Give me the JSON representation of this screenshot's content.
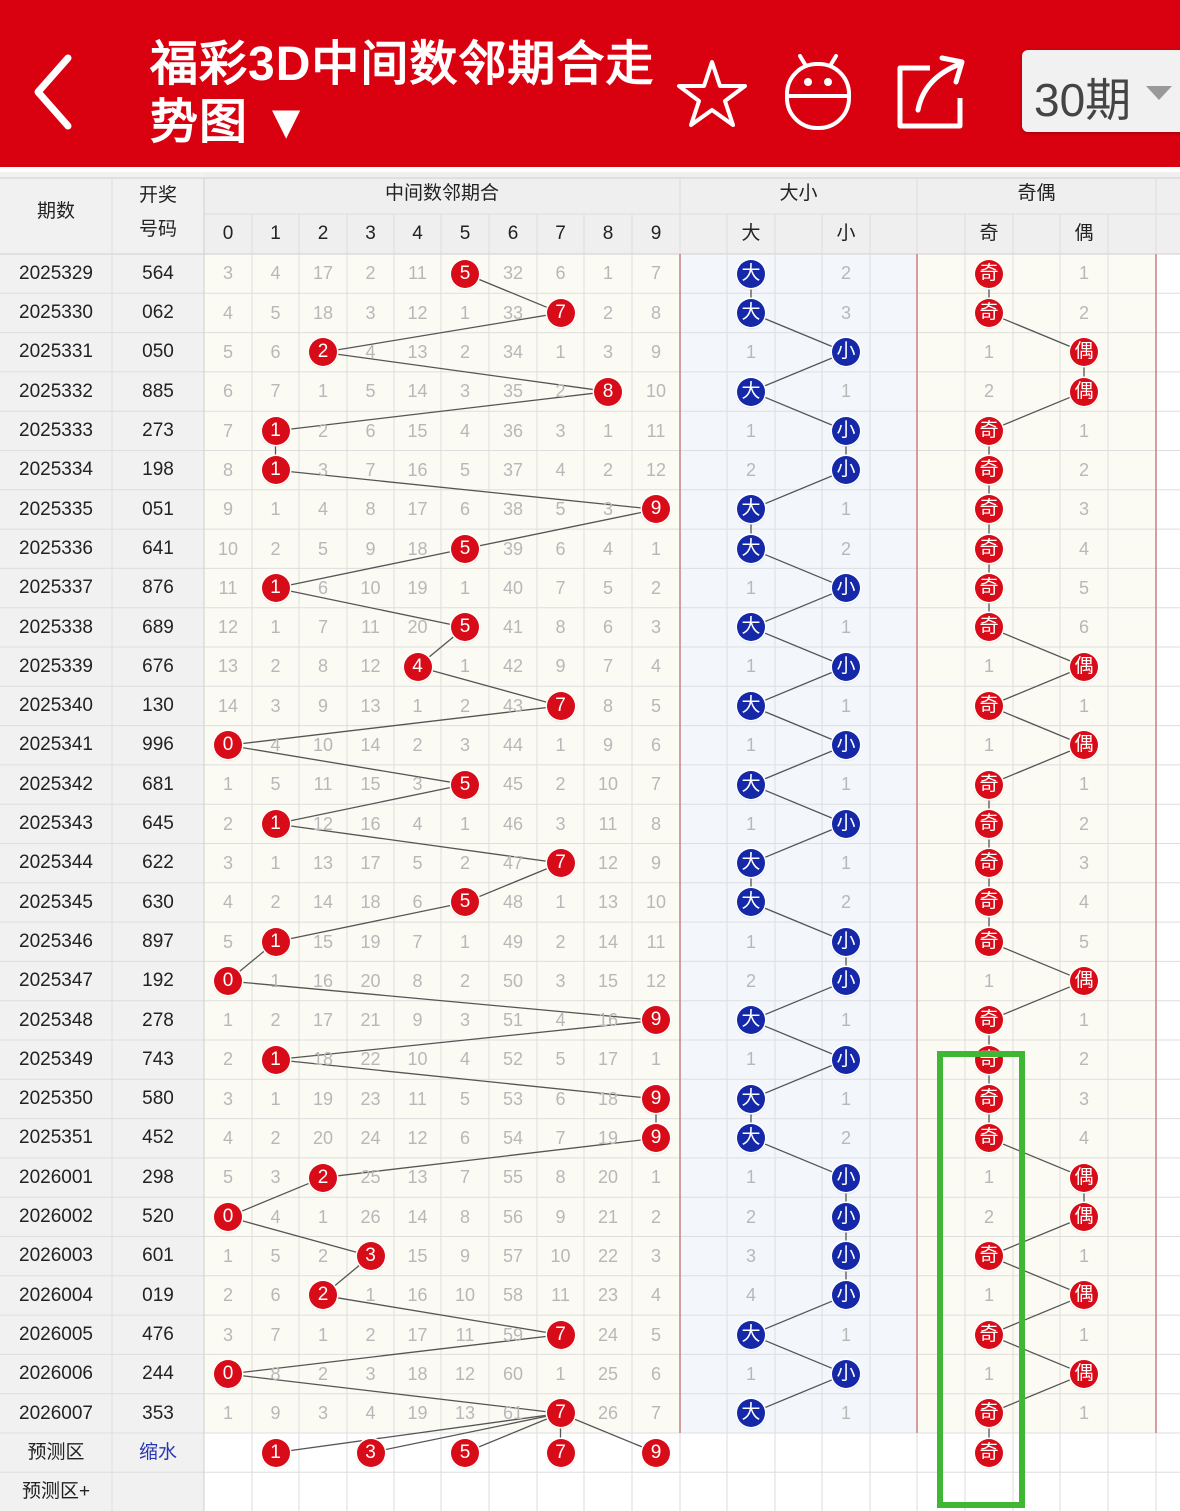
{
  "header": {
    "back_icon": "chevron-left-icon",
    "title": "福彩3D中间数邻期合走势图 ▼",
    "favorite_icon": "star-icon",
    "robot_icon": "robot-icon",
    "share_icon": "share-icon",
    "period_select": "30期",
    "background_color": "#d9000f"
  },
  "table": {
    "headers": {
      "period": "期数",
      "draw_line1": "开奖",
      "draw_line2": "号码",
      "mid_group": "中间数邻期合",
      "size_group": "大小",
      "big": "大",
      "small": "小",
      "parity_group": "奇偶",
      "odd": "奇",
      "even": "偶",
      "digits": [
        "0",
        "1",
        "2",
        "3",
        "4",
        "5",
        "6",
        "7",
        "8",
        "9"
      ]
    },
    "rows": [
      {
        "period": "2025329",
        "number": "564",
        "mid": [
          "3",
          "4",
          "17",
          "2",
          "11",
          "5",
          "32",
          "6",
          "1",
          "7"
        ],
        "hit": 5,
        "size": [
          "大",
          "2"
        ],
        "size_hit": 0,
        "parity": [
          "奇",
          "1"
        ],
        "parity_hit": 0
      },
      {
        "period": "2025330",
        "number": "062",
        "mid": [
          "4",
          "5",
          "18",
          "3",
          "12",
          "1",
          "33",
          "7",
          "2",
          "8"
        ],
        "hit": 7,
        "size": [
          "大",
          "3"
        ],
        "size_hit": 0,
        "parity": [
          "奇",
          "2"
        ],
        "parity_hit": 0
      },
      {
        "period": "2025331",
        "number": "050",
        "mid": [
          "5",
          "6",
          "2",
          "4",
          "13",
          "2",
          "34",
          "1",
          "3",
          "9"
        ],
        "hit": 2,
        "size": [
          "1",
          "小"
        ],
        "size_hit": 1,
        "parity": [
          "1",
          "偶"
        ],
        "parity_hit": 1
      },
      {
        "period": "2025332",
        "number": "885",
        "mid": [
          "6",
          "7",
          "1",
          "5",
          "14",
          "3",
          "35",
          "2",
          "8",
          "10"
        ],
        "hit": 8,
        "size": [
          "大",
          "1"
        ],
        "size_hit": 0,
        "parity": [
          "2",
          "偶"
        ],
        "parity_hit": 1
      },
      {
        "period": "2025333",
        "number": "273",
        "mid": [
          "7",
          "1",
          "2",
          "6",
          "15",
          "4",
          "36",
          "3",
          "1",
          "11"
        ],
        "hit": 1,
        "size": [
          "1",
          "小"
        ],
        "size_hit": 1,
        "parity": [
          "奇",
          "1"
        ],
        "parity_hit": 0
      },
      {
        "period": "2025334",
        "number": "198",
        "mid": [
          "8",
          "1",
          "3",
          "7",
          "16",
          "5",
          "37",
          "4",
          "2",
          "12"
        ],
        "hit": 1,
        "size": [
          "2",
          "小"
        ],
        "size_hit": 1,
        "parity": [
          "奇",
          "2"
        ],
        "parity_hit": 0
      },
      {
        "period": "2025335",
        "number": "051",
        "mid": [
          "9",
          "1",
          "4",
          "8",
          "17",
          "6",
          "38",
          "5",
          "3",
          "9"
        ],
        "hit": 9,
        "size": [
          "大",
          "1"
        ],
        "size_hit": 0,
        "parity": [
          "奇",
          "3"
        ],
        "parity_hit": 0
      },
      {
        "period": "2025336",
        "number": "641",
        "mid": [
          "10",
          "2",
          "5",
          "9",
          "18",
          "5",
          "39",
          "6",
          "4",
          "1"
        ],
        "hit": 5,
        "size": [
          "大",
          "2"
        ],
        "size_hit": 0,
        "parity": [
          "奇",
          "4"
        ],
        "parity_hit": 0
      },
      {
        "period": "2025337",
        "number": "876",
        "mid": [
          "11",
          "1",
          "6",
          "10",
          "19",
          "1",
          "40",
          "7",
          "5",
          "2"
        ],
        "hit": 1,
        "size": [
          "1",
          "小"
        ],
        "size_hit": 1,
        "parity": [
          "奇",
          "5"
        ],
        "parity_hit": 0
      },
      {
        "period": "2025338",
        "number": "689",
        "mid": [
          "12",
          "1",
          "7",
          "11",
          "20",
          "5",
          "41",
          "8",
          "6",
          "3"
        ],
        "hit": 5,
        "size": [
          "大",
          "1"
        ],
        "size_hit": 0,
        "parity": [
          "奇",
          "6"
        ],
        "parity_hit": 0
      },
      {
        "period": "2025339",
        "number": "676",
        "mid": [
          "13",
          "2",
          "8",
          "12",
          "4",
          "1",
          "42",
          "9",
          "7",
          "4"
        ],
        "hit": 4,
        "size": [
          "1",
          "小"
        ],
        "size_hit": 1,
        "parity": [
          "1",
          "偶"
        ],
        "parity_hit": 1
      },
      {
        "period": "2025340",
        "number": "130",
        "mid": [
          "14",
          "3",
          "9",
          "13",
          "1",
          "2",
          "43",
          "7",
          "8",
          "5"
        ],
        "hit": 7,
        "size": [
          "大",
          "1"
        ],
        "size_hit": 0,
        "parity": [
          "奇",
          "1"
        ],
        "parity_hit": 0
      },
      {
        "period": "2025341",
        "number": "996",
        "mid": [
          "0",
          "4",
          "10",
          "14",
          "2",
          "3",
          "44",
          "1",
          "9",
          "6"
        ],
        "hit": 0,
        "size": [
          "1",
          "小"
        ],
        "size_hit": 1,
        "parity": [
          "1",
          "偶"
        ],
        "parity_hit": 1
      },
      {
        "period": "2025342",
        "number": "681",
        "mid": [
          "1",
          "5",
          "11",
          "15",
          "3",
          "5",
          "45",
          "2",
          "10",
          "7"
        ],
        "hit": 5,
        "size": [
          "大",
          "1"
        ],
        "size_hit": 0,
        "parity": [
          "奇",
          "1"
        ],
        "parity_hit": 0
      },
      {
        "period": "2025343",
        "number": "645",
        "mid": [
          "2",
          "1",
          "12",
          "16",
          "4",
          "1",
          "46",
          "3",
          "11",
          "8"
        ],
        "hit": 1,
        "size": [
          "1",
          "小"
        ],
        "size_hit": 1,
        "parity": [
          "奇",
          "2"
        ],
        "parity_hit": 0
      },
      {
        "period": "2025344",
        "number": "622",
        "mid": [
          "3",
          "1",
          "13",
          "17",
          "5",
          "2",
          "47",
          "7",
          "12",
          "9"
        ],
        "hit": 7,
        "size": [
          "大",
          "1"
        ],
        "size_hit": 0,
        "parity": [
          "奇",
          "3"
        ],
        "parity_hit": 0
      },
      {
        "period": "2025345",
        "number": "630",
        "mid": [
          "4",
          "2",
          "14",
          "18",
          "6",
          "5",
          "48",
          "1",
          "13",
          "10"
        ],
        "hit": 5,
        "size": [
          "大",
          "2"
        ],
        "size_hit": 0,
        "parity": [
          "奇",
          "4"
        ],
        "parity_hit": 0
      },
      {
        "period": "2025346",
        "number": "897",
        "mid": [
          "5",
          "1",
          "15",
          "19",
          "7",
          "1",
          "49",
          "2",
          "14",
          "11"
        ],
        "hit": 1,
        "size": [
          "1",
          "小"
        ],
        "size_hit": 1,
        "parity": [
          "奇",
          "5"
        ],
        "parity_hit": 0
      },
      {
        "period": "2025347",
        "number": "192",
        "mid": [
          "0",
          "1",
          "16",
          "20",
          "8",
          "2",
          "50",
          "3",
          "15",
          "12"
        ],
        "hit": 0,
        "size": [
          "2",
          "小"
        ],
        "size_hit": 1,
        "parity": [
          "1",
          "偶"
        ],
        "parity_hit": 1
      },
      {
        "period": "2025348",
        "number": "278",
        "mid": [
          "1",
          "2",
          "17",
          "21",
          "9",
          "3",
          "51",
          "4",
          "16",
          "9"
        ],
        "hit": 9,
        "size": [
          "大",
          "1"
        ],
        "size_hit": 0,
        "parity": [
          "奇",
          "1"
        ],
        "parity_hit": 0
      },
      {
        "period": "2025349",
        "number": "743",
        "mid": [
          "2",
          "1",
          "18",
          "22",
          "10",
          "4",
          "52",
          "5",
          "17",
          "1"
        ],
        "hit": 1,
        "size": [
          "1",
          "小"
        ],
        "size_hit": 1,
        "parity": [
          "奇",
          "2"
        ],
        "parity_hit": 0
      },
      {
        "period": "2025350",
        "number": "580",
        "mid": [
          "3",
          "1",
          "19",
          "23",
          "11",
          "5",
          "53",
          "6",
          "18",
          "9"
        ],
        "hit": 9,
        "size": [
          "大",
          "1"
        ],
        "size_hit": 0,
        "parity": [
          "奇",
          "3"
        ],
        "parity_hit": 0
      },
      {
        "period": "2025351",
        "number": "452",
        "mid": [
          "4",
          "2",
          "20",
          "24",
          "12",
          "6",
          "54",
          "7",
          "19",
          "9"
        ],
        "hit": 9,
        "size": [
          "大",
          "2"
        ],
        "size_hit": 0,
        "parity": [
          "奇",
          "4"
        ],
        "parity_hit": 0
      },
      {
        "period": "2026001",
        "number": "298",
        "mid": [
          "5",
          "3",
          "2",
          "25",
          "13",
          "7",
          "55",
          "8",
          "20",
          "1"
        ],
        "hit": 2,
        "size": [
          "1",
          "小"
        ],
        "size_hit": 1,
        "parity": [
          "1",
          "偶"
        ],
        "parity_hit": 1
      },
      {
        "period": "2026002",
        "number": "520",
        "mid": [
          "0",
          "4",
          "1",
          "26",
          "14",
          "8",
          "56",
          "9",
          "21",
          "2"
        ],
        "hit": 0,
        "size": [
          "2",
          "小"
        ],
        "size_hit": 1,
        "parity": [
          "2",
          "偶"
        ],
        "parity_hit": 1
      },
      {
        "period": "2026003",
        "number": "601",
        "mid": [
          "1",
          "5",
          "2",
          "3",
          "15",
          "9",
          "57",
          "10",
          "22",
          "3"
        ],
        "hit": 3,
        "size": [
          "3",
          "小"
        ],
        "size_hit": 1,
        "parity": [
          "奇",
          "1"
        ],
        "parity_hit": 0
      },
      {
        "period": "2026004",
        "number": "019",
        "mid": [
          "2",
          "6",
          "2",
          "1",
          "16",
          "10",
          "58",
          "11",
          "23",
          "4"
        ],
        "hit": 2,
        "size": [
          "4",
          "小"
        ],
        "size_hit": 1,
        "parity": [
          "1",
          "偶"
        ],
        "parity_hit": 1
      },
      {
        "period": "2026005",
        "number": "476",
        "mid": [
          "3",
          "7",
          "1",
          "2",
          "17",
          "11",
          "59",
          "7",
          "24",
          "5"
        ],
        "hit": 7,
        "size": [
          "大",
          "1"
        ],
        "size_hit": 0,
        "parity": [
          "奇",
          "1"
        ],
        "parity_hit": 0
      },
      {
        "period": "2026006",
        "number": "244",
        "mid": [
          "0",
          "8",
          "2",
          "3",
          "18",
          "12",
          "60",
          "1",
          "25",
          "6"
        ],
        "hit": 0,
        "size": [
          "1",
          "小"
        ],
        "size_hit": 1,
        "parity": [
          "1",
          "偶"
        ],
        "parity_hit": 1
      },
      {
        "period": "2026007",
        "number": "353",
        "mid": [
          "1",
          "9",
          "3",
          "4",
          "19",
          "13",
          "61",
          "7",
          "26",
          "7"
        ],
        "hit": 7,
        "size": [
          "大",
          "1"
        ],
        "size_hit": 0,
        "parity": [
          "奇",
          "1"
        ],
        "parity_hit": 0
      }
    ],
    "prediction": {
      "label": "预测区",
      "tag": "缩水",
      "digits": [
        "1",
        "3",
        "5",
        "7",
        "9"
      ],
      "parity": "奇"
    },
    "prediction_plus": {
      "label": "预测区+"
    }
  },
  "colors": {
    "red_ball": "#d80c18",
    "blue_ball": "#1428a8",
    "highlight_box": "#3fb634",
    "grid": "#dedede"
  }
}
